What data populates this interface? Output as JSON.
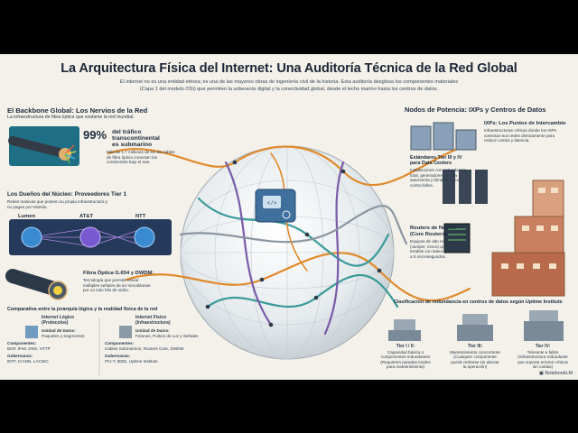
{
  "title": "La Arquitectura Física del Internet: Una Auditoría Técnica de la Red Global",
  "subtitle_lines": [
    "El internet no es una entidad etérea; es una de las mayores obras de ingeniería civil de la historia. Esta auditoría desglosa los componentes materiales",
    "(Capa 1 del modelo OSI) que permiten la soberanía digital y la conectividad global, desde el lecho marino hasta los centros de datos."
  ],
  "backbone": {
    "heading": "El Backbone Global: Los Nervios de la Red",
    "sub": "La infraestructura de fibra óptica que sostiene la red mundial.",
    "stat_value": "99%",
    "stat_lines": [
      "del tráfico",
      "transcontinental",
      "es submarino"
    ],
    "stat_desc": [
      "Más de 1,7 millones de km de cables",
      "de fibra óptica conectan los",
      "continentes bajo el mar."
    ]
  },
  "tier1": {
    "heading": "Los Dueños del Núcleo: Proveedores Tier 1",
    "desc": [
      "Redes masivas que poseen su propia infraestructura y",
      "no pagan por tránsito."
    ],
    "providers": [
      "Lumen",
      "AT&T",
      "NTT"
    ]
  },
  "fiber": {
    "heading": "Fibra Óptica G.654 y DWDM:",
    "desc": [
      "Tecnología que permite enviar",
      "múltiples señales de luz simultáneas",
      "por un solo hilo de vidrio."
    ]
  },
  "comparison": {
    "heading": "Comparativa entre la jerarquía lógica y la realidad física de la red",
    "logical": {
      "title": "Internet Lógico",
      "title2": "(Protocolos)",
      "rows": [
        {
          "label": "Unidad de Datos:",
          "value": "Paquetes y Segmentos"
        },
        {
          "label": "Componentes:",
          "value": "BGP, IPv6, DNS, HTTP"
        },
        {
          "label": "Gobernanza:",
          "value": "IETF, ICANN, LACNIC"
        }
      ]
    },
    "physical": {
      "title": "Internet Físico",
      "title2": "(Infraestructura)",
      "rows": [
        {
          "label": "Unidad de Datos:",
          "value": "Fotones, Pulsos de Luz y Señales"
        },
        {
          "label": "Componentes:",
          "value": "Cables Submarinos, Routers Core, DWDM"
        },
        {
          "label": "Gobernanza:",
          "value": "ITU-T, IEEE, Uptime Institute"
        }
      ]
    }
  },
  "nodes": {
    "heading": "Nodos de Potencia: IXPs y Centros de Datos",
    "ixp_title": "IXPs: Los Puntos de Intercambio",
    "ixp_desc": [
      "Infraestructuras críticas donde los ISPs",
      "conectan sus redes directamente para",
      "reducir costos y latencia."
    ],
    "tier_title": [
      "Estándares Tier III y IV",
      "para Data Centers"
    ],
    "tier_desc": [
      "Instalaciones con redundancia",
      "total, generadores de alta",
      "autonomía y blindaje físico",
      "contra fallos."
    ],
    "router_title": [
      "Routers de Núcleo",
      "(Core Routers)"
    ],
    "router_desc": [
      "Equipos de alto rendimiento",
      "(Juniper, Cisco) que procesan",
      "terabits con latencias menores",
      "a 5 microsegundos."
    ]
  },
  "uptime": {
    "heading": "Clasificación de redundancia en centros de datos según Uptime Institute",
    "tiers": [
      {
        "title": "Tier I / II:",
        "desc": [
          "Capacidad básica o",
          "componentes redundantes",
          "(Requieren paradas totales",
          "para mantenimiento)"
        ]
      },
      {
        "title": "Tier III:",
        "desc": [
          "Mantenimiento concurrente",
          "(Cualquier componente",
          "puede retirarse sin afectar",
          "la operación)"
        ]
      },
      {
        "title": "Tier IV:",
        "desc": [
          "Tolerante a fallos",
          "(Infraestructura redundante",
          "que soporta errores críticos",
          "sin caídas)"
        ]
      }
    ]
  },
  "logo": "NotebookLM",
  "colors": {
    "orange": "#e08a2c",
    "teal": "#3a9a9a",
    "purple": "#7a5aa8",
    "navy": "#1c2a3a",
    "gray": "#8c96a0"
  }
}
